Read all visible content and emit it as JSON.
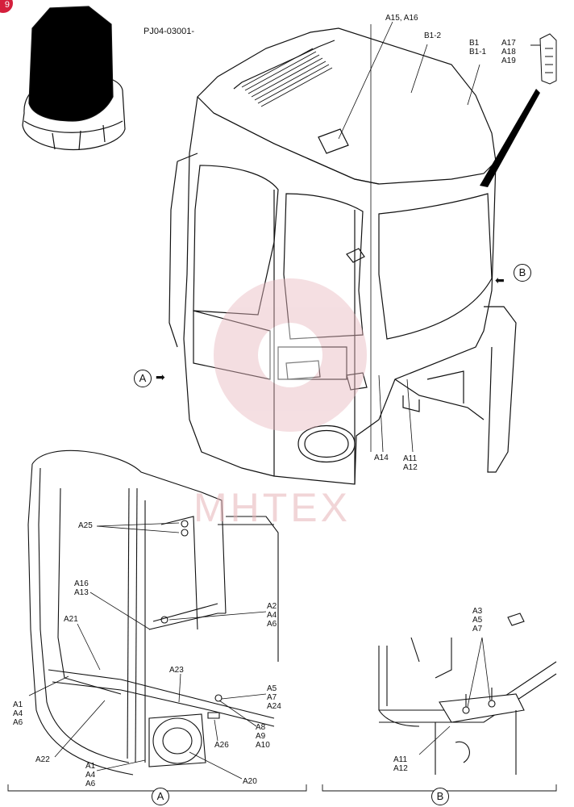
{
  "diagram": {
    "code": "PJ04-03001-",
    "badge": "9",
    "watermark": "МНТЕХ",
    "views": {
      "a": "A",
      "b": "B"
    },
    "labels": {
      "a15_a16": "A15, A16",
      "b1_2": "B1-2",
      "b1_group": "B1\nB1-1",
      "a17_group": "A17\nA18\nA19",
      "a14": "A14",
      "a11_a12_top": "A11\nA12",
      "a25": "A25",
      "a16_a13": "A16\nA13",
      "a2_group": "A2\nA4\nA6",
      "a21": "A21",
      "a23": "A23",
      "a5_group": "A5\nA7\nA24",
      "a1_group_upper": "A1\nA4\nA6",
      "a8_group": "A8\nA9\nA10",
      "a26": "A26",
      "a22": "A22",
      "a1_group_lower": "A1\nA4\nA6",
      "a20": "A20",
      "a3_group": "A3\nA5\nA7",
      "a11_a12_detail": "A11\nA12"
    }
  }
}
